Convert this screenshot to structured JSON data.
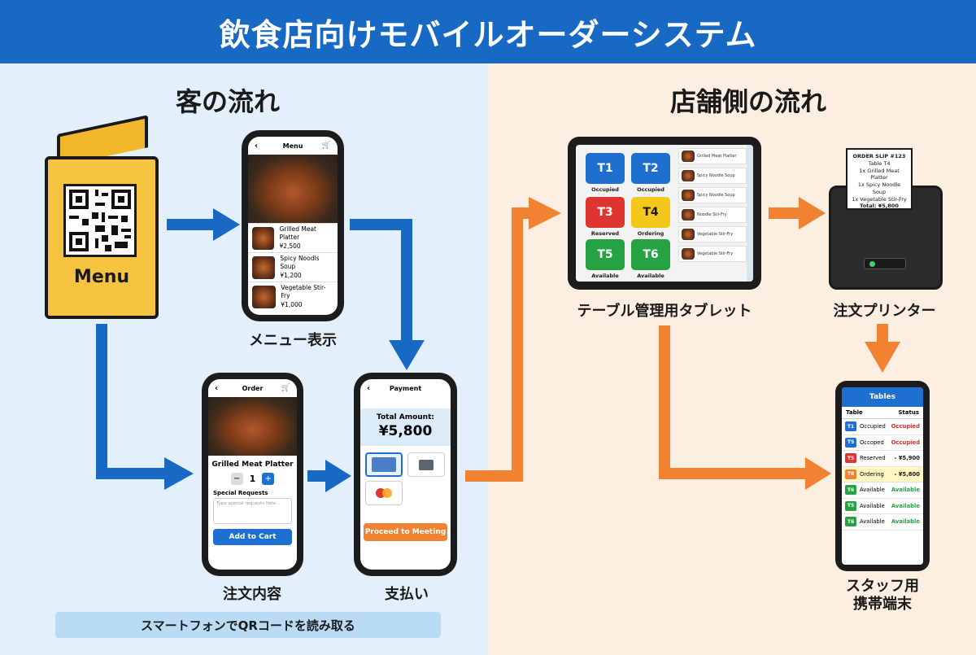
{
  "header": {
    "title": "飲食店向けモバイルオーダーシステム"
  },
  "colors": {
    "blue": "#1769c4",
    "orange": "#f08232",
    "left_bg": "#e3f0fb",
    "right_bg": "#fcefe2"
  },
  "left": {
    "title": "客の流れ",
    "menu_card_label": "Menu",
    "menu_caption": "メニュー表示",
    "order_caption": "注文内容",
    "payment_caption": "支払い",
    "note": "スマートフォンでQRコードを読み取る"
  },
  "menu_phone": {
    "title": "Menu",
    "items": [
      {
        "name": "Grilled Meat Platter",
        "price": "¥2,500"
      },
      {
        "name": "Spicy Noodls Soup",
        "price": "¥1,200"
      },
      {
        "name": "Vegetable Stir-Fry",
        "price": "¥1,000"
      }
    ]
  },
  "order_phone": {
    "title": "Order",
    "item": "Grilled Meat Platter",
    "minus": "−",
    "qty": "1",
    "plus": "+",
    "special_label": "Special Requests",
    "special_placeholder": "Type special requests here...",
    "add_button": "Add to Cart"
  },
  "payment_phone": {
    "title": "Payment",
    "total_label": "Total Amount:",
    "total_value": "¥5,800",
    "proceed_button": "Proceed to Meeting"
  },
  "right": {
    "title": "店舗側の流れ",
    "tablet_caption": "テーブル管理用タブレット",
    "printer_caption": "注文プリンター",
    "staff_caption_1": "スタッフ用",
    "staff_caption_2": "携帯端末"
  },
  "tablet": {
    "tiles": [
      {
        "id": "T1",
        "status": "Occupied",
        "color": "#1f6fd1"
      },
      {
        "id": "T2",
        "status": "Occupied",
        "color": "#1f6fd1"
      },
      {
        "id": "T3",
        "status": "Reserved",
        "color": "#e0342f"
      },
      {
        "id": "T4",
        "status": "Ordering",
        "color": "#f5c61c"
      },
      {
        "id": "T5",
        "status": "Available",
        "color": "#27a243"
      },
      {
        "id": "T6",
        "status": "Available",
        "color": "#27a243"
      }
    ],
    "list": [
      "Grilled Meat Platter",
      "Spicy Noodle Soup",
      "Spicy Noodle Soup",
      "Noodle Stir-Fry",
      "Vegetable Stir-Fry",
      "Vegetable Stir-Fry"
    ]
  },
  "slip": {
    "lines": [
      "ORDER SLIP #123",
      "Table T4",
      "1x Grilled Meat Platter",
      "1x Spicy Noodle Soup",
      "1x Vegetable Stir-Fry",
      "Total: ¥5,800"
    ]
  },
  "staff_phone": {
    "title": "Tables",
    "col_table": "Table",
    "col_status": "Status",
    "rows": [
      {
        "id": "T1",
        "name": "Occupied",
        "status": "Occupied",
        "color": "#1f6fd1",
        "status_color": "#d8302a",
        "row_bg": "#ffffff"
      },
      {
        "id": "T5",
        "name": "Occoped",
        "status": "Occupied",
        "color": "#1f6fd1",
        "status_color": "#d8302a",
        "row_bg": "#ffffff"
      },
      {
        "id": "T5",
        "name": "Reserved",
        "status": "- ¥5,900",
        "color": "#e0342f",
        "status_color": "#1a1a1a",
        "row_bg": "#ffffff"
      },
      {
        "id": "T8",
        "name": "Ordering",
        "status": "- ¥5,800",
        "color": "#f08232",
        "status_color": "#1a1a1a",
        "row_bg": "#fff6c2"
      },
      {
        "id": "T6",
        "name": "Available",
        "status": "Available",
        "color": "#27a243",
        "status_color": "#27a243",
        "row_bg": "#ffffff"
      },
      {
        "id": "T5",
        "name": "Available",
        "status": "Available",
        "color": "#27a243",
        "status_color": "#27a243",
        "row_bg": "#ffffff"
      },
      {
        "id": "T6",
        "name": "Available",
        "status": "Available",
        "color": "#27a243",
        "status_color": "#27a243",
        "row_bg": "#ffffff"
      }
    ]
  }
}
